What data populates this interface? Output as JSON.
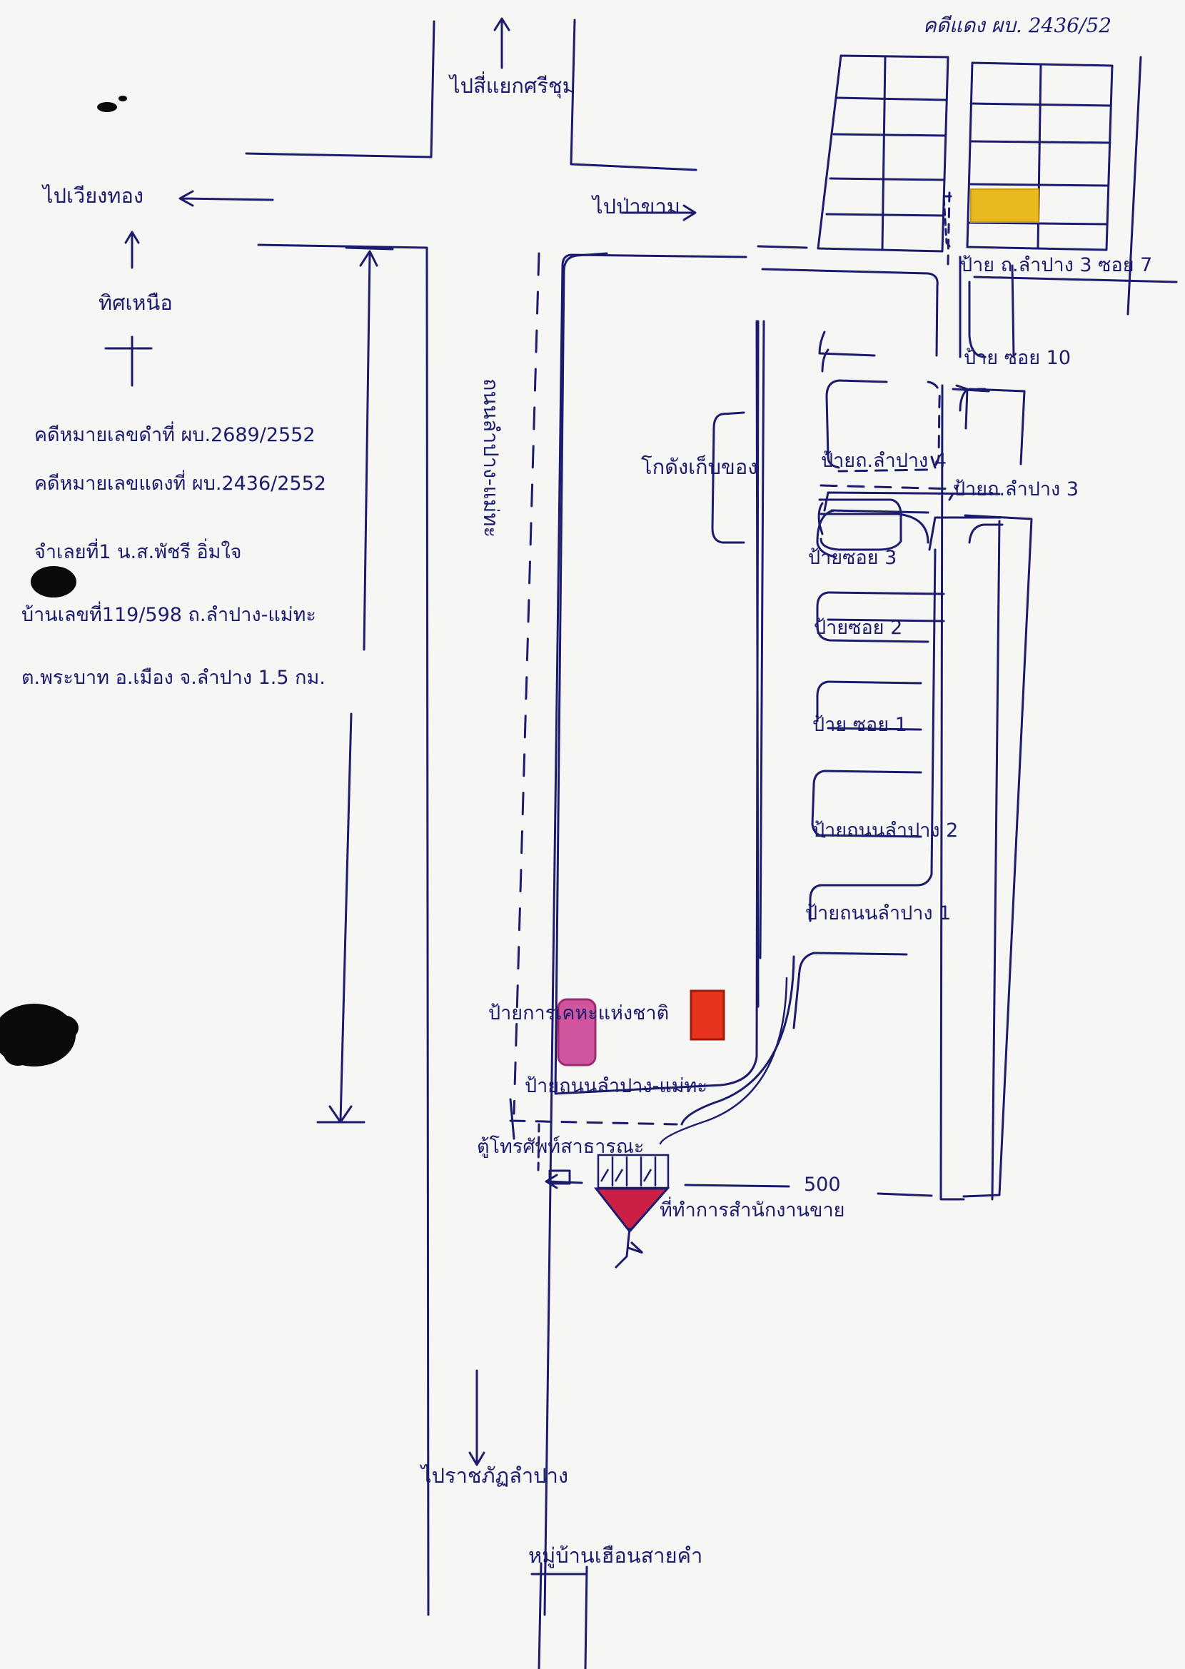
{
  "header": {
    "case_note": "คดีแดง ผบ. 2436/52"
  },
  "directions": {
    "to_sriyum": "ไปสี่แยกศรีชุม",
    "to_wiangthong": "ไปเวียงทอง",
    "to_pakham": "ไปป่าขาม",
    "north": "ทิศเหนือ",
    "to_rajabhat": "ไปราชภัฏลำปาง",
    "village": "หมู่บ้านเฮือนสายคำ"
  },
  "case_info": {
    "black_case": "คดีหมายเลขดำที่ ผบ.2689/2552",
    "red_case": "คดีหมายเลขแดงที่ ผบ.2436/2552",
    "defendant": "จำเลยที่1 น.ส.พัชรี อิ่มใจ",
    "address": "บ้านเลขที่119/598 ถ.ลำปาง-แม่ทะ",
    "locality": "ต.พระบาท อ.เมือง จ.ลำปาง  1.5 กม."
  },
  "roads": {
    "main_road": "ถนนลำปาง-แม่ทะ"
  },
  "places": {
    "warehouse": "โกดังเก็บของ",
    "sign_rd3_soi7": "ป้าย ถ.ลำปาง 3 ซอย 7",
    "sign_soi10": "ป้าย ซอย 10",
    "sign_rd4": "ป้ายถ.ลำปาง 4",
    "sign_rd3": "ป้ายถ.ลำปาง 3",
    "sign_soi3": "ป้ายซอย 3",
    "sign_soi2": "ป้ายซอย 2",
    "sign_soi1": "ป้าย ซอย 1",
    "sign_rd2": "ป้ายถนนลำปาง 2",
    "sign_rd1": "ป้ายถนนลำปาง 1",
    "sign_nat_housing": "ป้ายการเคหะแห่งชาติ",
    "sign_main_road": "ป้ายถนนลำปาง-แม่ทะ",
    "phone_booth": "ตู้โทรศัพท์สาธารณะ",
    "distance": "500",
    "sales_office": "ที่ทำการสำนักงานขาย"
  },
  "colors": {
    "ink": "#1c1c6e",
    "target_house": "#e8b81e",
    "housing_sign": "#d0559e",
    "road_sign": "#e8341c",
    "office_marker": "#cc1f45",
    "blot": "#0a0a0a"
  }
}
